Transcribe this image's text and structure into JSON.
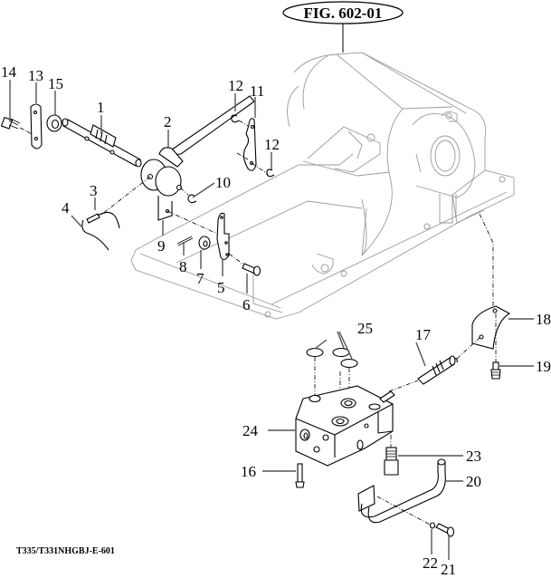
{
  "figure": {
    "label": "FIG. 602-01",
    "document_code": "T335/T331NHGBJ-E-601"
  },
  "callouts": [
    {
      "id": "1",
      "text": "1"
    },
    {
      "id": "2",
      "text": "2"
    },
    {
      "id": "3",
      "text": "3"
    },
    {
      "id": "4",
      "text": "4"
    },
    {
      "id": "5",
      "text": "5"
    },
    {
      "id": "6",
      "text": "6"
    },
    {
      "id": "7",
      "text": "7"
    },
    {
      "id": "8",
      "text": "8"
    },
    {
      "id": "9",
      "text": "9"
    },
    {
      "id": "10",
      "text": "10"
    },
    {
      "id": "11",
      "text": "11"
    },
    {
      "id": "12a",
      "text": "12"
    },
    {
      "id": "12b",
      "text": "12"
    },
    {
      "id": "13",
      "text": "13"
    },
    {
      "id": "14",
      "text": "14"
    },
    {
      "id": "15",
      "text": "15"
    },
    {
      "id": "16",
      "text": "16"
    },
    {
      "id": "17",
      "text": "17"
    },
    {
      "id": "18",
      "text": "18"
    },
    {
      "id": "19",
      "text": "19"
    },
    {
      "id": "20",
      "text": "20"
    },
    {
      "id": "21",
      "text": "21"
    },
    {
      "id": "22",
      "text": "22"
    },
    {
      "id": "23",
      "text": "23"
    },
    {
      "id": "24",
      "text": "24"
    },
    {
      "id": "25",
      "text": "25"
    }
  ]
}
